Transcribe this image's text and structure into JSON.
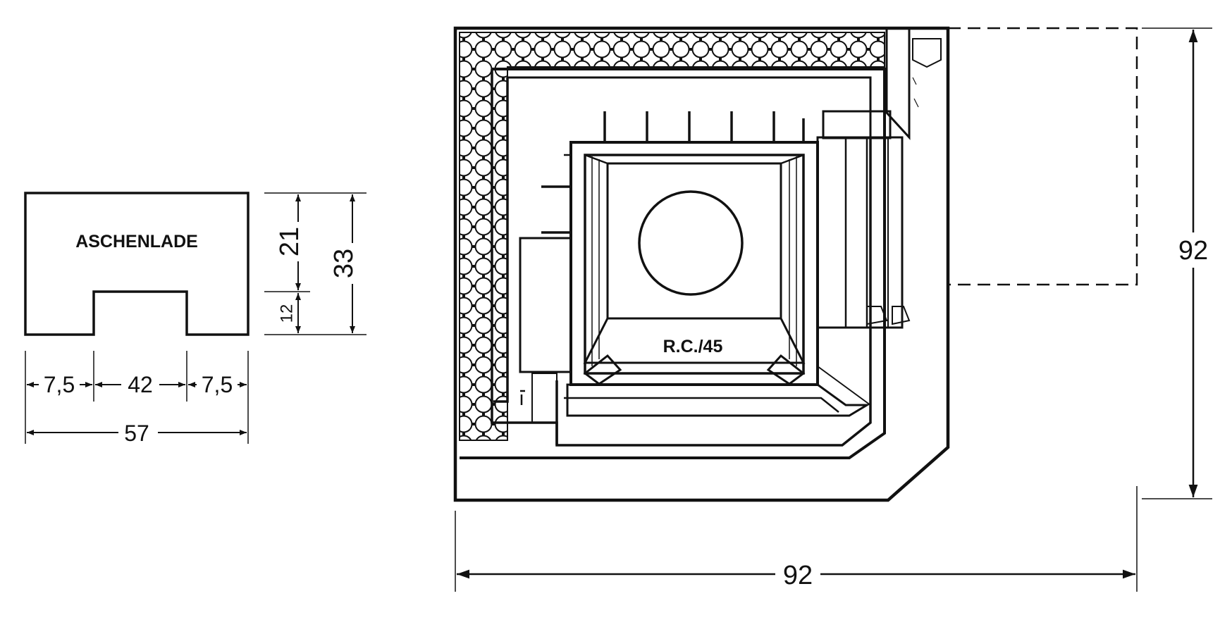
{
  "ash_drawer": {
    "title": "ASCHENLADE",
    "dims": {
      "upper_height": "21",
      "lower_height": "12",
      "total_height": "33",
      "left_margin": "7,5",
      "center_width": "42",
      "right_margin": "7,5",
      "total_width": "57"
    }
  },
  "stove_plan": {
    "model_label": "R.C./45",
    "dims": {
      "width": "92",
      "depth": "92"
    }
  }
}
